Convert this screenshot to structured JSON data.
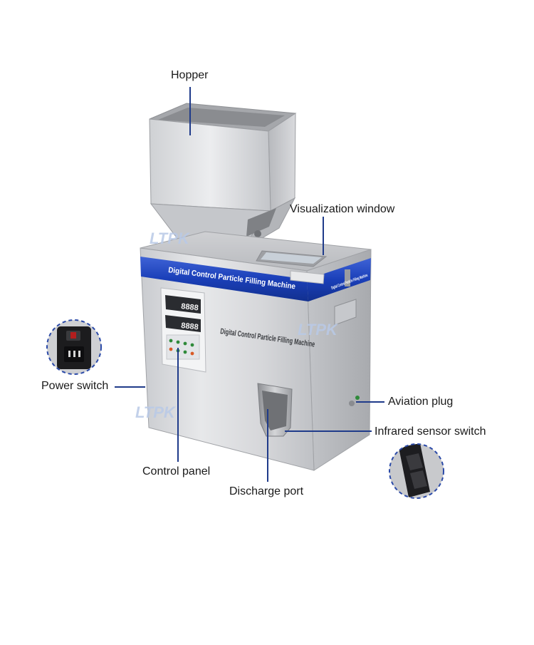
{
  "labels": {
    "hopper": "Hopper",
    "visualization_window": "Visualization window",
    "power_switch": "Power switch",
    "aviation_plug": "Aviation plug",
    "infrared_sensor_switch": "Infrared sensor switch",
    "control_panel": "Control panel",
    "discharge_port": "Discharge port"
  },
  "machine": {
    "band_text": "Digital Control Particle Filling Machine",
    "side_band_text": "Digital Control Particle Filling Machine",
    "body_text": "Digital Control Particle Filling Machine",
    "panel_display_1": "8888",
    "panel_display_2": "8888"
  },
  "watermark": {
    "text": "LTPK"
  },
  "colors": {
    "leader_line": "#1f3b8a",
    "band_blue": "#1a3fb8",
    "inset_border": "#2b4aa8",
    "steel_light": "#dcdde0",
    "steel_dark": "#a9abb0"
  }
}
